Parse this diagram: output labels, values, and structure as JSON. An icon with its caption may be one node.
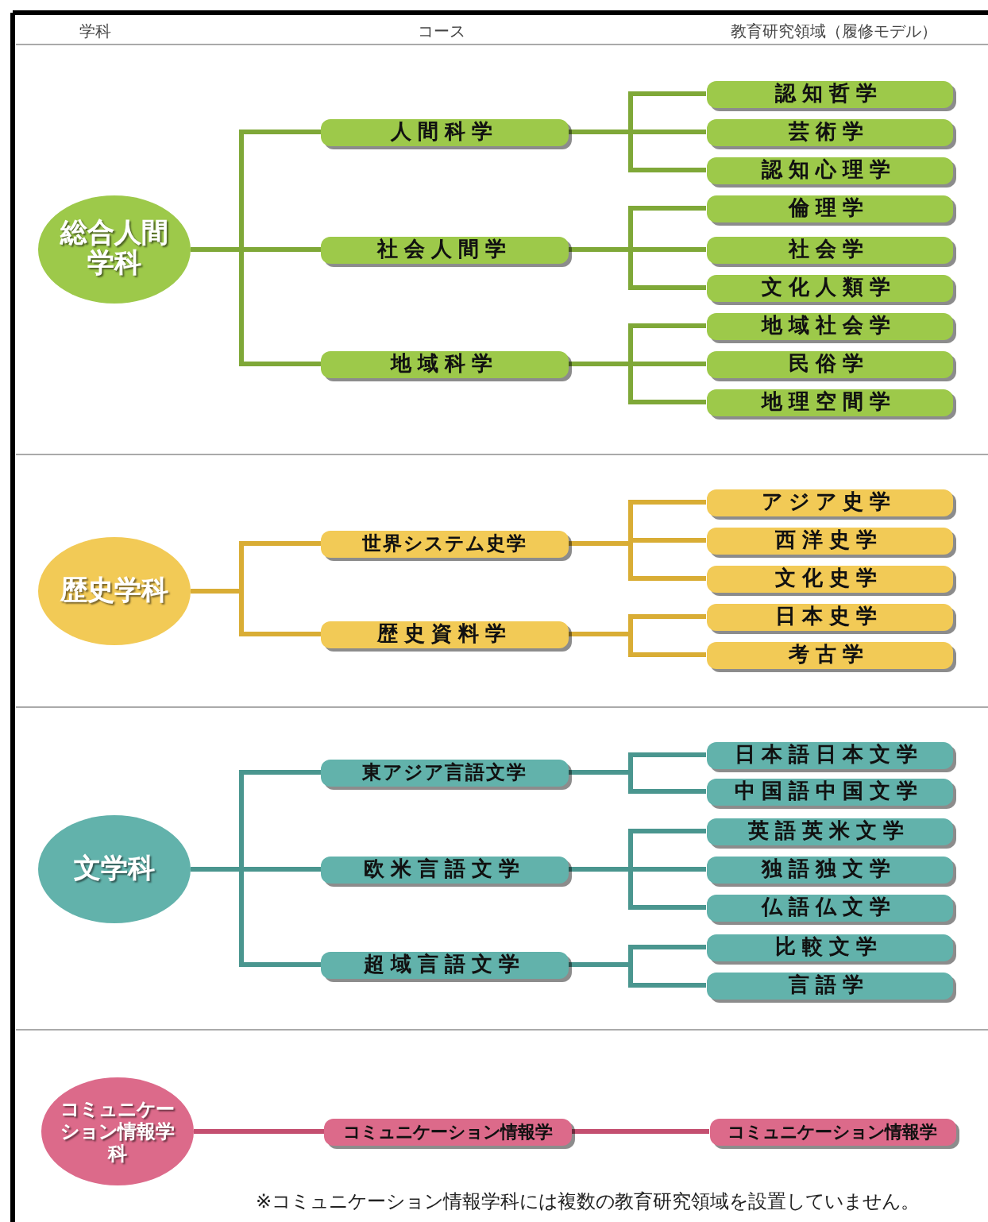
{
  "diagram": {
    "nodes": [
      {
        "text": [
          "総合人間学科"
        ]
      },
      {
        "text": [
          "人間科学"
        ]
      },
      {
        "text": [
          "認知哲学"
        ]
      },
      {
        "text": [
          "芸術学"
        ]
      },
      {
        "text": [
          "認知心理学"
        ]
      },
      {
        "text": [
          "社会人間学"
        ]
      },
      {
        "text": [
          "倫理学"
        ]
      },
      {
        "text": [
          "社会学"
        ]
      },
      {
        "text": [
          "文化人類学"
        ]
      },
      {
        "text": [
          "地域科学"
        ]
      },
      {
        "text": [
          "地域社会学"
        ]
      },
      {
        "text": [
          "民俗学"
        ]
      },
      {
        "text": [
          "地理空間学"
        ]
      },
      {
        "text": [
          "歴史学科"
        ]
      },
      {
        "text": [
          "世界システム史学"
        ]
      },
      {
        "text": [
          "アジア史学"
        ]
      },
      {
        "text": [
          "西洋史学"
        ]
      },
      {
        "text": [
          "文化史学"
        ]
      },
      {
        "text": [
          "歴史資料学"
        ]
      },
      {
        "text": [
          "日本史学"
        ]
      },
      {
        "text": [
          "考古学"
        ]
      },
      {
        "text": [
          "文学科"
        ]
      },
      {
        "text": [
          "東アジア言語文学"
        ]
      },
      {
        "text": [
          "日本語日本文学"
        ]
      },
      {
        "text": [
          "中国語中国文学"
        ]
      },
      {
        "text": [
          "欧米言語文学"
        ]
      },
      {
        "text": [
          "英語英米文学"
        ]
      },
      {
        "text": [
          "独語独文学"
        ]
      },
      {
        "text": [
          "仏語仏文学"
        ]
      },
      {
        "text": [
          "超域言語文学"
        ]
      },
      {
        "text": [
          "比較文学"
        ]
      },
      {
        "text": [
          "言語学"
        ]
      },
      {
        "text": [
          "コミュニケーション情報学科"
        ]
      },
      {
        "text": [
          "コミュニケーション情報学"
        ]
      },
      {
        "text": [
          "コミュニケーション情報学"
        ]
      }
    ],
    "edges": [
      {
        "from": 0,
        "to": 1,
        "arrow": "none"
      },
      {
        "from": 0,
        "to": 5,
        "arrow": "none"
      },
      {
        "from": 0,
        "to": 9,
        "arrow": "none"
      },
      {
        "from": 1,
        "to": 2,
        "arrow": "none"
      },
      {
        "from": 1,
        "to": 3,
        "arrow": "none"
      },
      {
        "from": 1,
        "to": 4,
        "arrow": "none"
      },
      {
        "from": 5,
        "to": 6,
        "arrow": "none"
      },
      {
        "from": 5,
        "to": 7,
        "arrow": "none"
      },
      {
        "from": 5,
        "to": 8,
        "arrow": "none"
      },
      {
        "from": 9,
        "to": 10,
        "arrow": "none"
      },
      {
        "from": 9,
        "to": 11,
        "arrow": "none"
      },
      {
        "from": 9,
        "to": 12,
        "arrow": "none"
      },
      {
        "from": 13,
        "to": 14,
        "arrow": "none"
      },
      {
        "from": 13,
        "to": 18,
        "arrow": "none"
      },
      {
        "from": 14,
        "to": 15,
        "arrow": "none"
      },
      {
        "from": 14,
        "to": 16,
        "arrow": "none"
      },
      {
        "from": 14,
        "to": 17,
        "arrow": "none"
      },
      {
        "from": 18,
        "to": 19,
        "arrow": "none"
      },
      {
        "from": 18,
        "to": 20,
        "arrow": "none"
      },
      {
        "from": 21,
        "to": 22,
        "arrow": "none"
      },
      {
        "from": 21,
        "to": 25,
        "arrow": "none"
      },
      {
        "from": 21,
        "to": 29,
        "arrow": "none"
      },
      {
        "from": 22,
        "to": 23,
        "arrow": "none"
      },
      {
        "from": 22,
        "to": 24,
        "arrow": "none"
      },
      {
        "from": 25,
        "to": 26,
        "arrow": "none"
      },
      {
        "from": 25,
        "to": 27,
        "arrow": "none"
      },
      {
        "from": 25,
        "to": 28,
        "arrow": "none"
      },
      {
        "from": 29,
        "to": 30,
        "arrow": "none"
      },
      {
        "from": 29,
        "to": 31,
        "arrow": "none"
      },
      {
        "from": 32,
        "to": 33,
        "arrow": "none"
      },
      {
        "from": 33,
        "to": 34,
        "arrow": "none"
      }
    ],
    "labels": [
      "学科",
      "コース",
      "教育研究領域（履修モデル）",
      "※コミュニケーション情報学科には複数の教育研究領域を設置していません。"
    ]
  }
}
